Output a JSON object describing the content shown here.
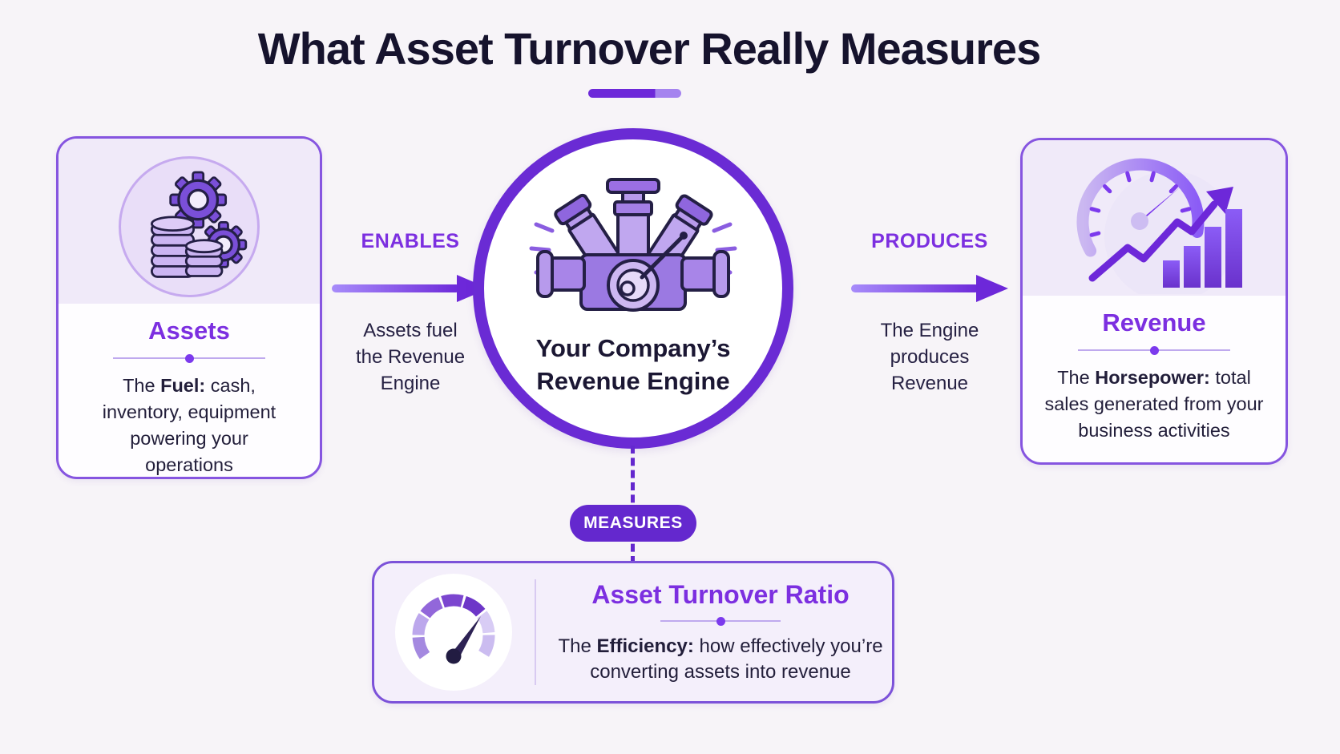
{
  "page": {
    "title": "What Asset Turnover Really Measures"
  },
  "left_card": {
    "icon": "gears-and-coins-icon",
    "heading": "Assets",
    "body": {
      "prefix": "The ",
      "bold": "Fuel:",
      "rest": " cash, inventory, equipment powering your operations"
    }
  },
  "flow_enables": {
    "label": "ENABLES",
    "caption": "Assets fuel the Revenue Engine"
  },
  "center_node": {
    "icon": "engine-icon",
    "title_line1": "Your Company’s",
    "title_line2": "Revenue Engine"
  },
  "flow_produces": {
    "label": "PRODUCES",
    "caption": "The Engine produces Revenue"
  },
  "right_card": {
    "icon": "speedometer-growth-icon",
    "heading": "Revenue",
    "body": {
      "prefix": "The ",
      "bold": "Horsepower:",
      "rest": " total sales generated from your business activities"
    }
  },
  "measures_badge": {
    "label": "MEASURES"
  },
  "bottom_card": {
    "icon": "gauge-icon",
    "heading": "Asset Turnover Ratio",
    "body": {
      "prefix": "The ",
      "bold": "Efficiency:",
      "rest": " how effectively you’re converting assets into revenue"
    }
  },
  "colors": {
    "accent": "#6d28d9",
    "accent_light": "#a78bfa",
    "heading_purple": "#7c2fe0",
    "text_dark": "#1c1933",
    "panel_lavender": "#f0eaf9",
    "background": "#f7f4f8"
  }
}
